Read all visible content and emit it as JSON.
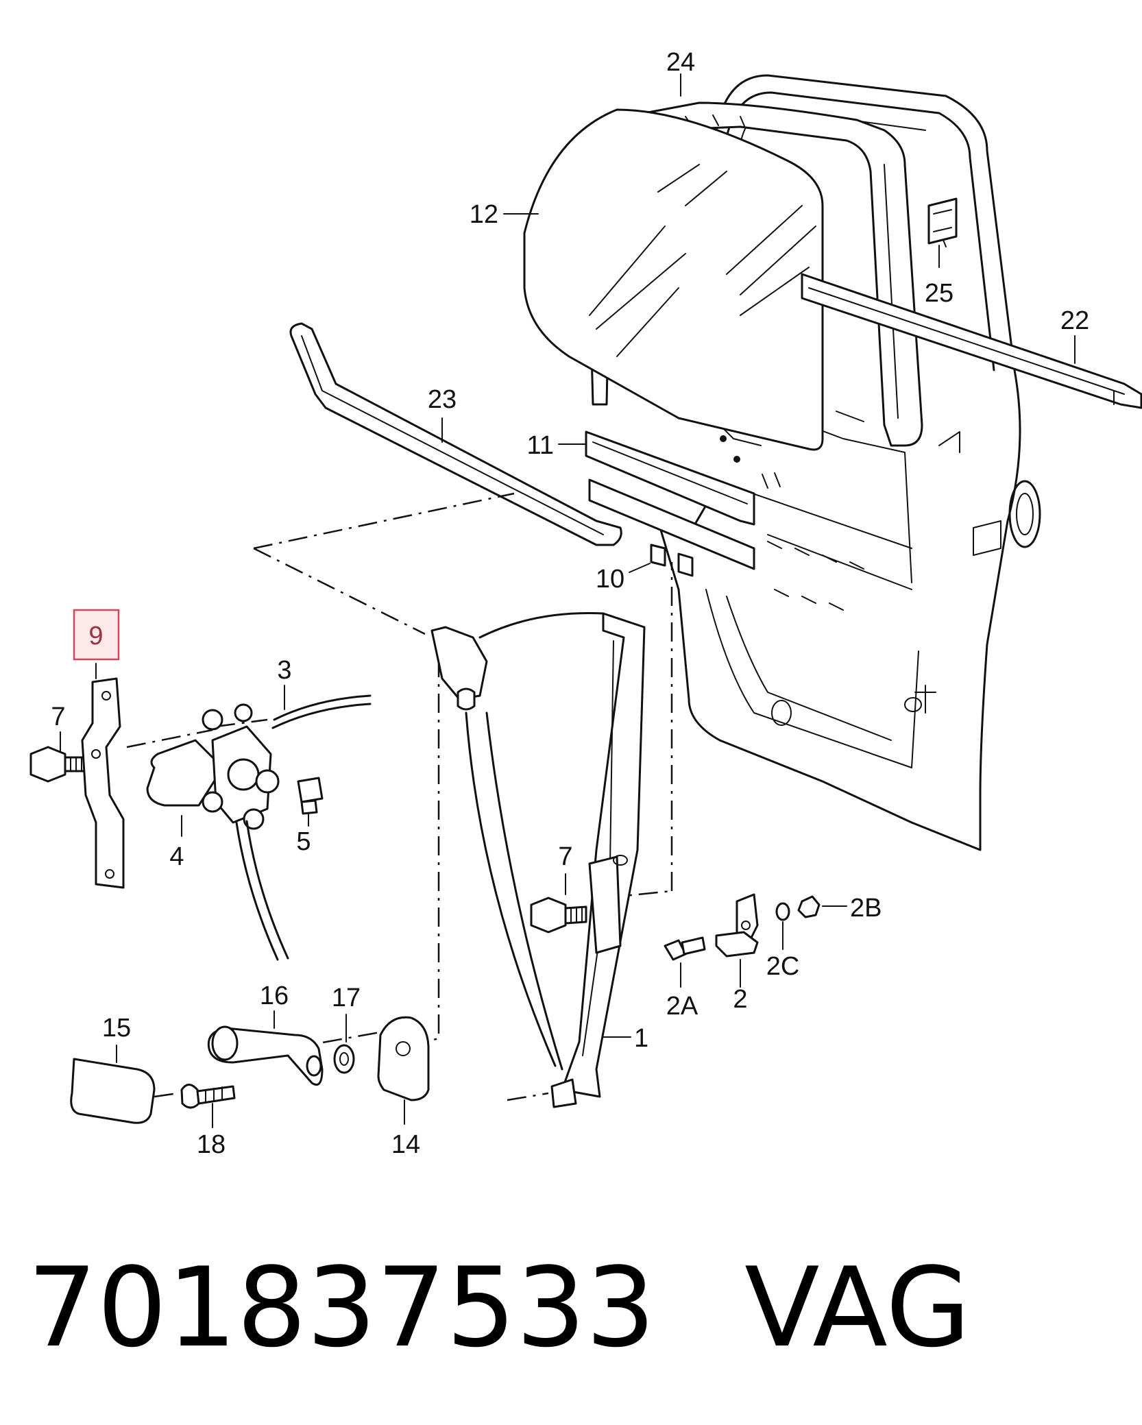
{
  "callouts": {
    "c24": "24",
    "c12": "12",
    "c25": "25",
    "c22": "22",
    "c23": "23",
    "c11": "11",
    "c10": "10",
    "c9": "9",
    "c7a": "7",
    "c3": "3",
    "c4": "4",
    "c5": "5",
    "c7b": "7",
    "c2B": "2B",
    "c2A": "2A",
    "c2": "2",
    "c2C": "2C",
    "c1": "1",
    "c16": "16",
    "c17": "17",
    "c15": "15",
    "c18": "18",
    "c14": "14"
  },
  "highlighted_callout": "9",
  "footer": {
    "part_number": "701837533",
    "brand": "VAG"
  },
  "colors": {
    "highlight_fill": "#fde8ea",
    "highlight_border": "#d0475a"
  }
}
